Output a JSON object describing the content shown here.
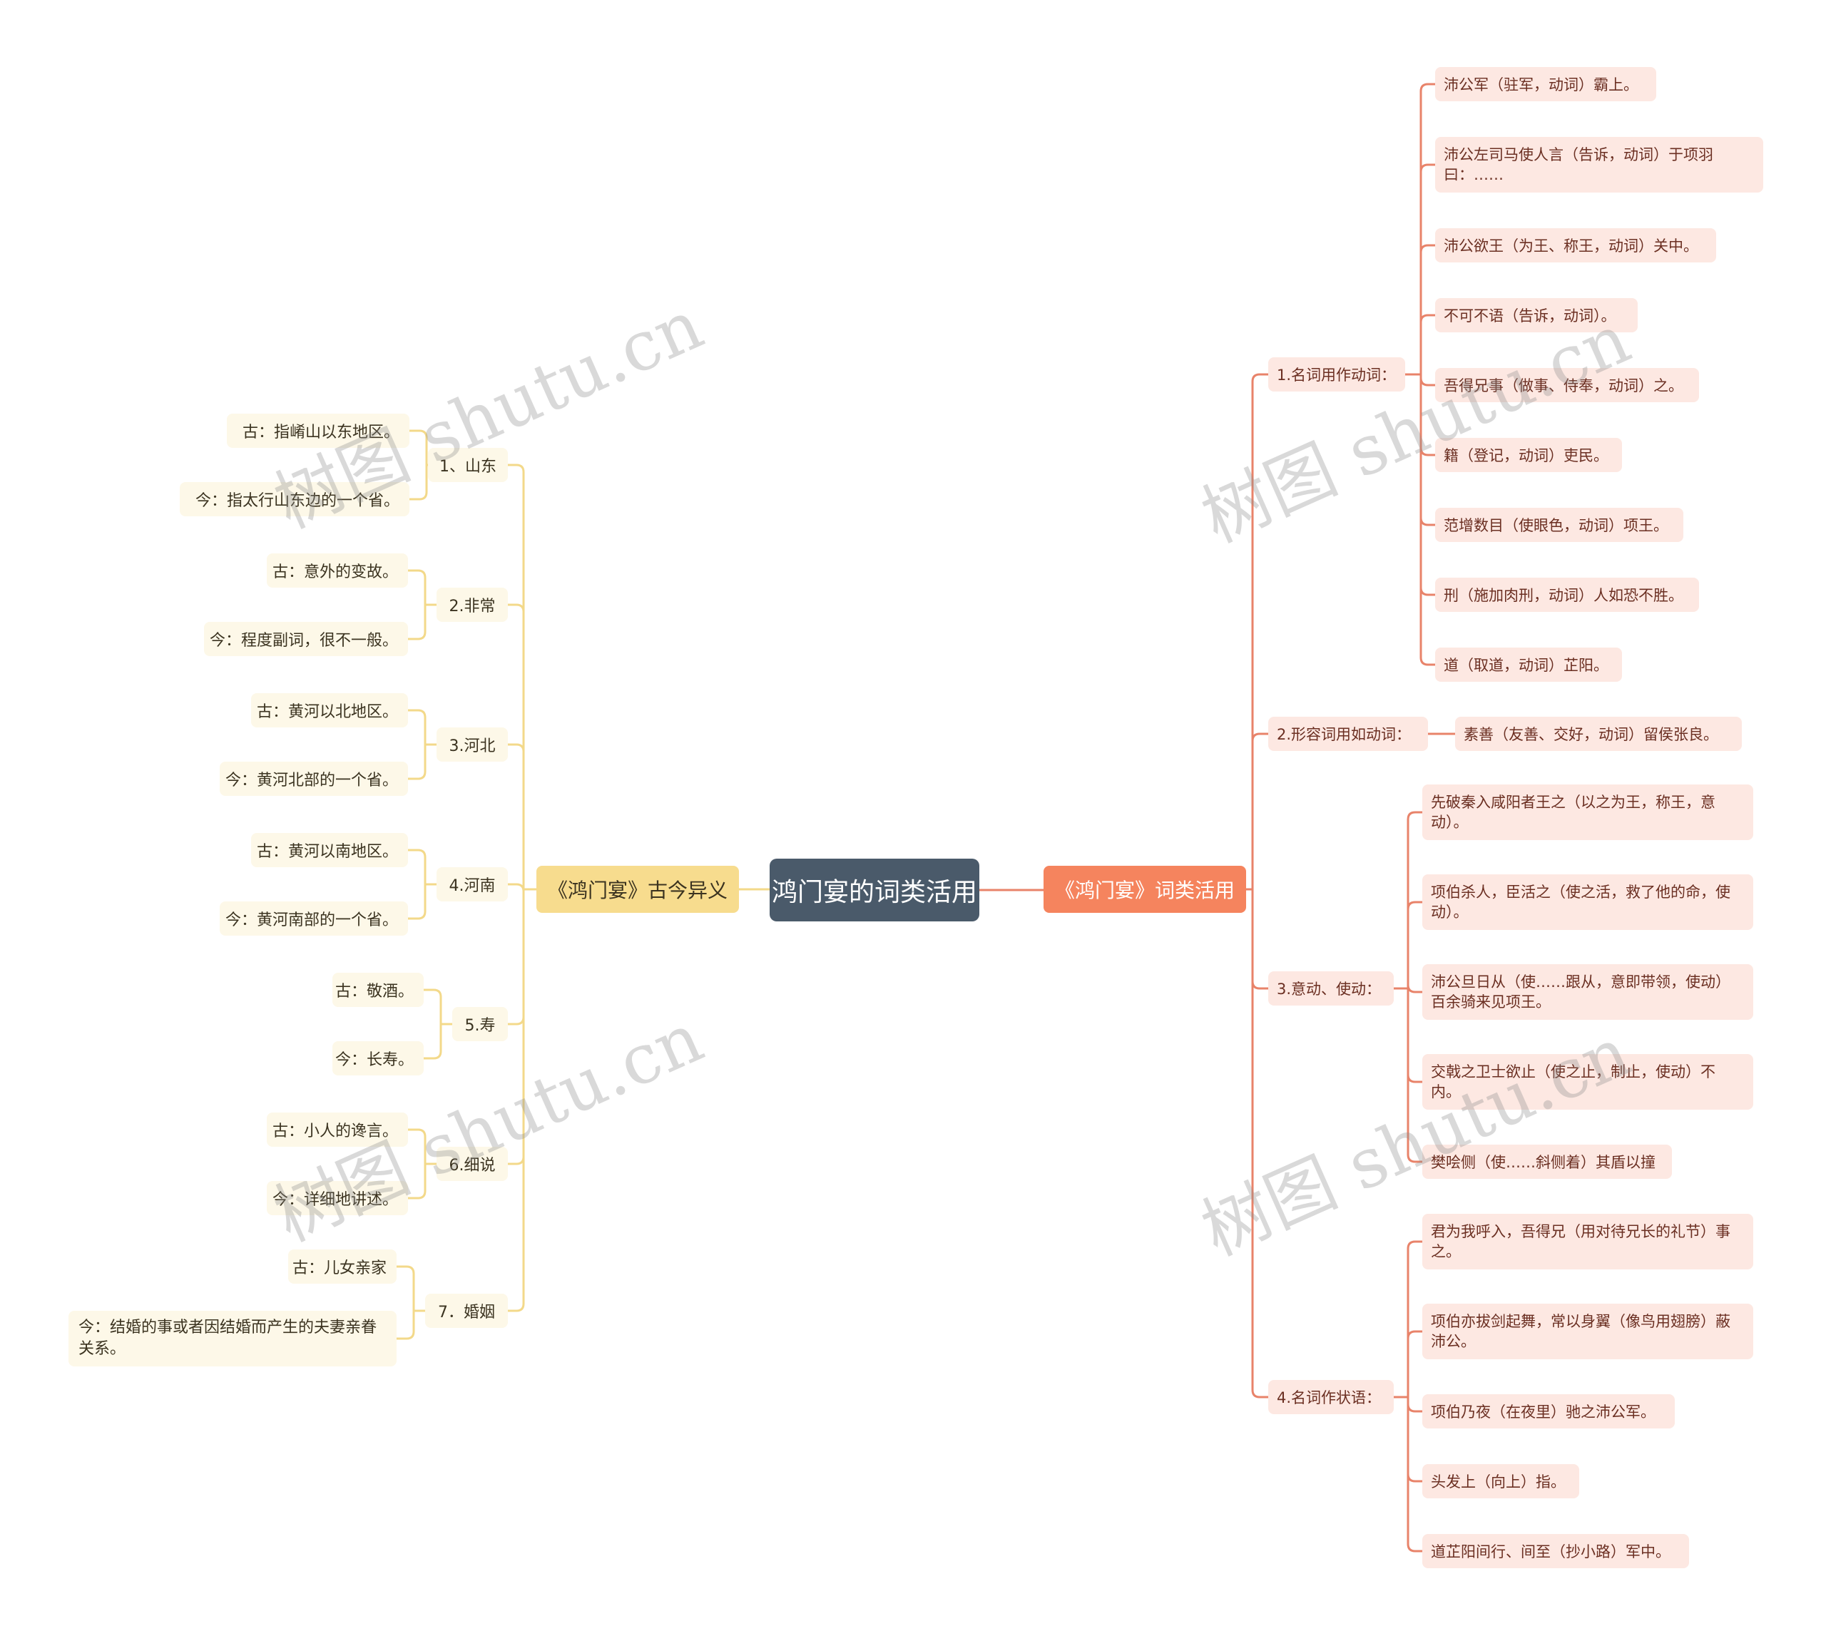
{
  "root": {
    "title": "鸿门宴的词类活用"
  },
  "left_branch": {
    "title": "《鸿门宴》古今异义",
    "items": [
      {
        "label": "1、山东",
        "ancient": "古：指崤山以东地区。",
        "modern": "今：指太行山东边的一个省。"
      },
      {
        "label": "2.非常",
        "ancient": "古：意外的变故。",
        "modern": "今：程度副词，很不一般。"
      },
      {
        "label": "3.河北",
        "ancient": "古：黄河以北地区。",
        "modern": "今：黄河北部的一个省。"
      },
      {
        "label": "4.河南",
        "ancient": "古：黄河以南地区。",
        "modern": "今：黄河南部的一个省。"
      },
      {
        "label": "5.寿",
        "ancient": "古：敬酒。",
        "modern": "今：长寿。"
      },
      {
        "label": "6.细说",
        "ancient": "古：小人的谗言。",
        "modern": "今：详细地讲述。"
      },
      {
        "label": "7．婚姻",
        "ancient": "古：儿女亲家",
        "modern": "今：结婚的事或者因结婚而产生的夫妻亲眷关系。"
      }
    ]
  },
  "right_branch": {
    "title": "《鸿门宴》词类活用",
    "groups": [
      {
        "label": "1.名词用作动词：",
        "items": [
          "沛公军（驻军，动词）霸上。",
          "沛公左司马使人言（告诉，动词）于项羽曰：……",
          "沛公欲王（为王、称王，动词）关中。",
          "不可不语（告诉，动词）。",
          "吾得兄事（做事、侍奉，动词）之。",
          "籍（登记，动词）吏民。",
          "范增数目（使眼色，动词）项王。",
          "刑（施加肉刑，动词）人如恐不胜。",
          "道（取道，动词）芷阳。"
        ]
      },
      {
        "label": "2.形容词用如动词：",
        "items": [
          "素善（友善、交好，动词）留侯张良。"
        ]
      },
      {
        "label": "3.意动、使动：",
        "items": [
          "先破秦入咸阳者王之（以之为王，称王，意动）。",
          "项伯杀人，臣活之（使之活，救了他的命，使动）。",
          "沛公旦日从（使……跟从，意即带领，使动）百余骑来见项王。",
          "交戟之卫士欲止（使之止，制止，使动）不内。",
          "樊哙侧（使……斜侧着）其盾以撞"
        ]
      },
      {
        "label": "4.名词作状语：",
        "items": [
          "君为我呼入，吾得兄（用对待兄长的礼节）事之。",
          "项伯亦拔剑起舞，常以身翼（像鸟用翅膀）蔽沛公。",
          "项伯乃夜（在夜里）驰之沛公军。",
          "头发上（向上）指。",
          "道芷阳间行、间至（抄小路）军中。"
        ]
      }
    ]
  },
  "watermark": {
    "text": "树图 shutu.cn"
  },
  "colors": {
    "left_line": "#f3d98a",
    "right_line": "#e8836a",
    "root": "#4a5a6a"
  }
}
